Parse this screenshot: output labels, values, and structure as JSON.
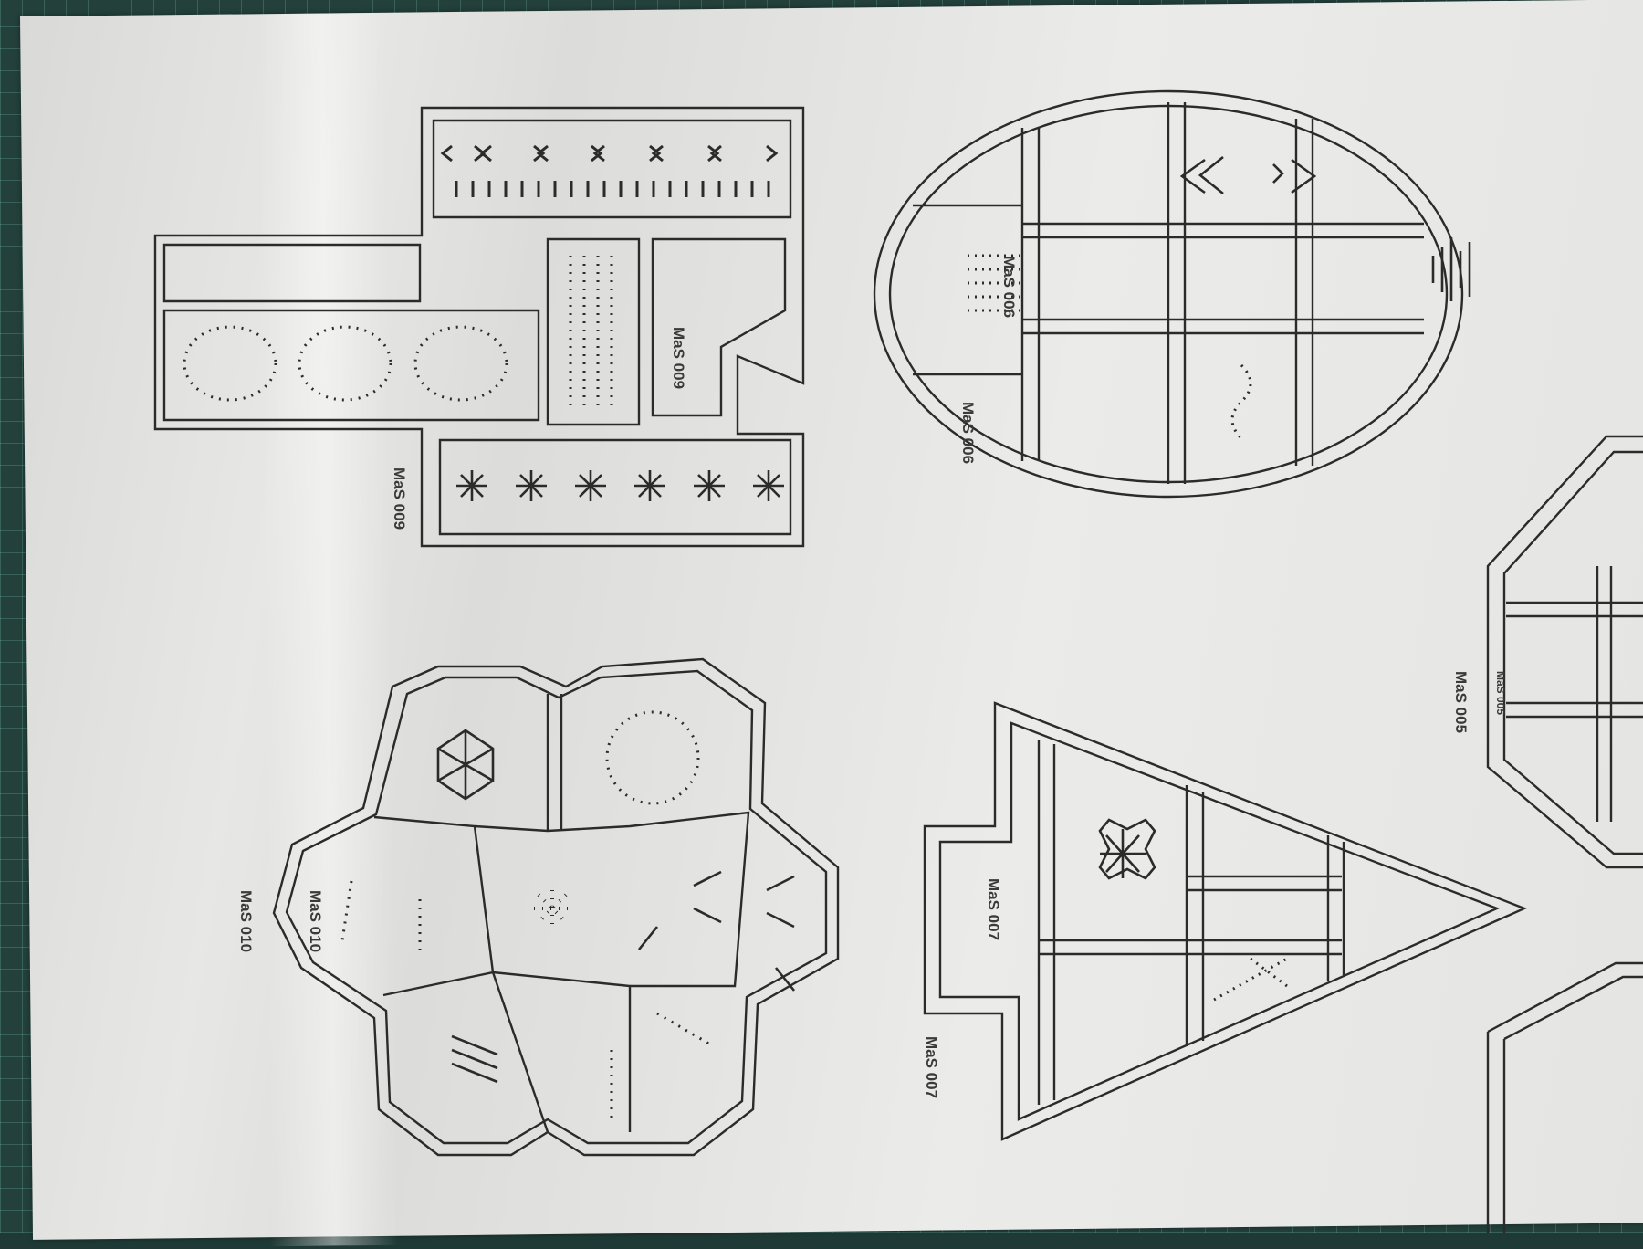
{
  "labels": {
    "mas009_inner": "MaS 009",
    "mas009_outer": "MaS 009",
    "mas006_inner": "MaS 006",
    "mas006_outer": "MaS 006",
    "mas005_inner": "MaS 005",
    "mas005_outer": "MaS 005",
    "mas007_inner": "MaS 007",
    "mas007_outer": "MaS 007",
    "mas010_inner": "MaS 010",
    "mas010_outer": "MaS 010"
  },
  "colors": {
    "line": "#2b2b2b",
    "paper": "#e6e6e4",
    "mat": "#23403b"
  }
}
